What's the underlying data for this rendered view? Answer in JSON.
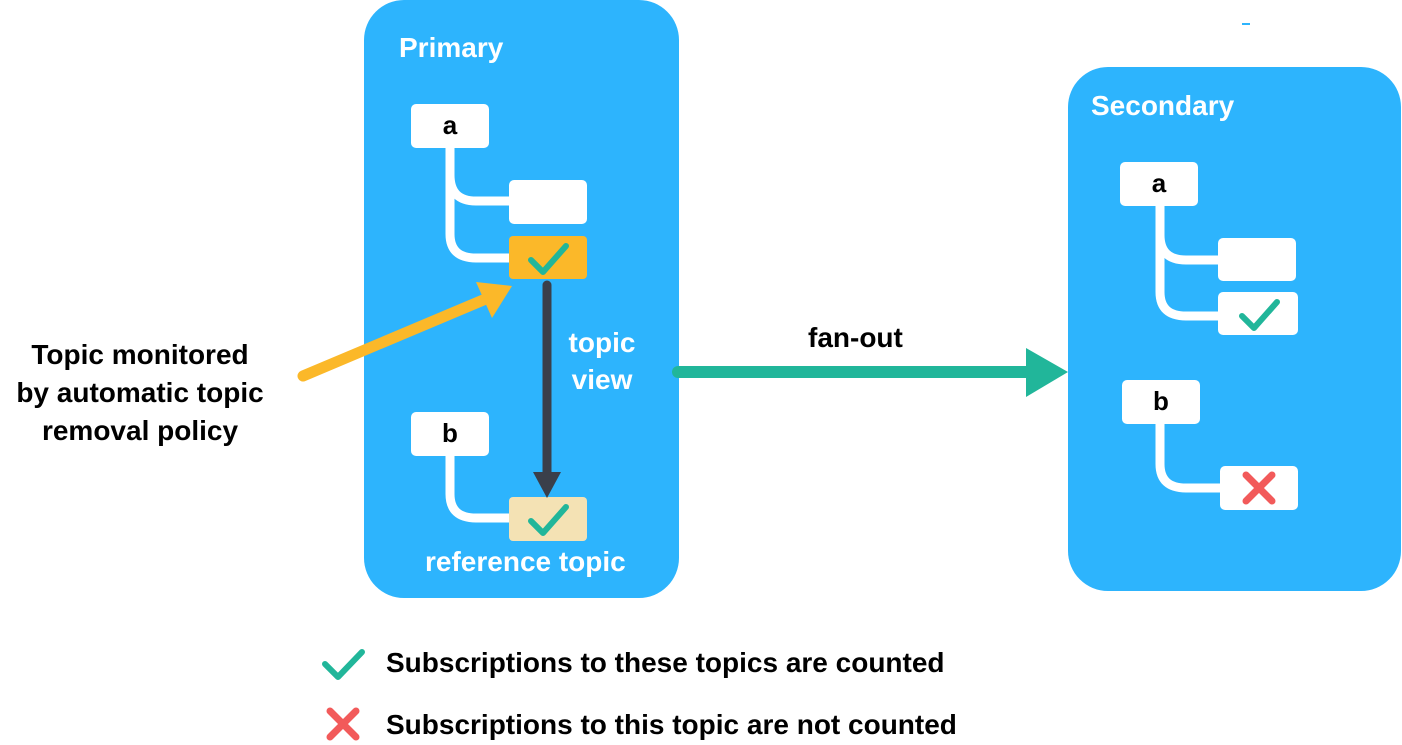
{
  "primary": {
    "title": "Primary",
    "node_a": "a",
    "node_b": "b",
    "topic_view_line1": "topic",
    "topic_view_line2": "view",
    "reference_label": "reference topic"
  },
  "secondary": {
    "title": "Secondary",
    "node_a": "a",
    "node_b": "b"
  },
  "callout": {
    "line1": "Topic monitored",
    "line2": "by automatic topic",
    "line3": "removal policy"
  },
  "fanout_label": "fan-out",
  "legend": {
    "counted": "Subscriptions to these topics are counted",
    "not_counted": "Subscriptions to this topic are not counted"
  },
  "colors": {
    "panel": "#2db4fd",
    "monitored_topic": "#fbb829",
    "reference_topic": "#f4e2b4",
    "check": "#21b69a",
    "cross": "#f25a5a",
    "fanout_arrow": "#21b69a",
    "callout_arrow": "#fbb829",
    "topic_view_arrow": "#3a3f4a"
  },
  "icons": {
    "counted": "check-icon",
    "not_counted": "cross-icon"
  }
}
